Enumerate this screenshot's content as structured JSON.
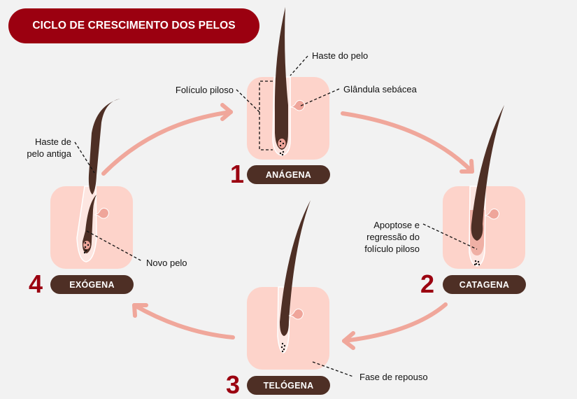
{
  "title": "CICLO DE CRESCIMENTO DOS PELOS",
  "colors": {
    "title_bg": "#9b0010",
    "stage_pill_bg": "#4e2f25",
    "stage_number": "#9b0010",
    "box": "#fdd3ca",
    "arrow": "#f0a79b",
    "hair": "#4e2f25"
  },
  "stages": [
    {
      "number": "1",
      "name": "ANÁGENA"
    },
    {
      "number": "2",
      "name": "CATAGENA"
    },
    {
      "number": "3",
      "name": "TELÓGENA"
    },
    {
      "number": "4",
      "name": "EXÓGENA"
    }
  ],
  "annotations": {
    "hair_shaft": "Haste do pelo",
    "hair_follicle": "Folículo piloso",
    "sebaceous_gland": "Glândula sebácea",
    "apoptosis_line1": "Apoptose e",
    "apoptosis_line2": "regressão do",
    "apoptosis_line3": "folículo piloso",
    "rest_phase": "Fase de repouso",
    "old_shaft_line1": "Haste de",
    "old_shaft_line2": "pelo antiga",
    "new_hair": "Novo pelo"
  }
}
